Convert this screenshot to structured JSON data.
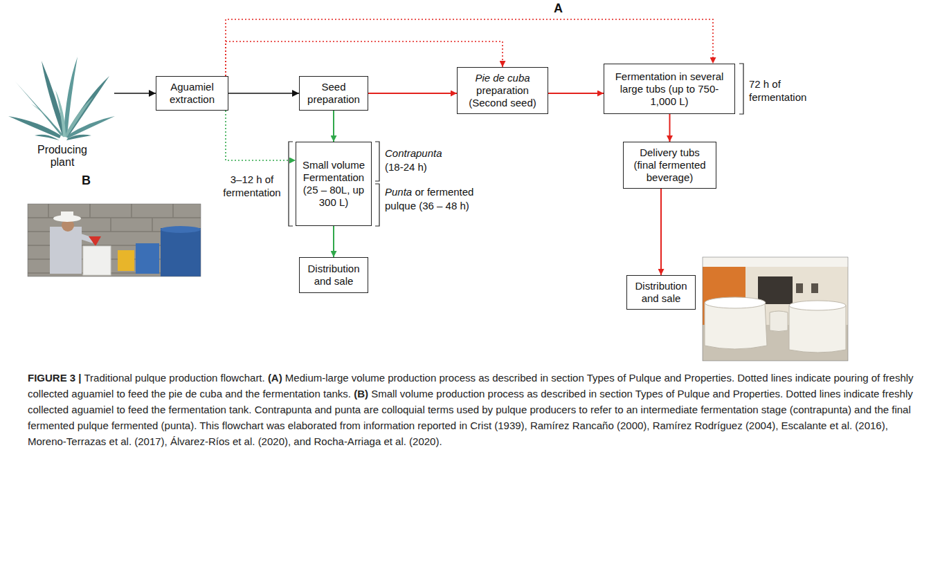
{
  "diagram": {
    "caption": "FIGURE 3 | Traditional pulque production flowchart. (A) Medium-large volume production process as described in section Types of Pulque and Properties. Dotted lines indicate pouring of freshly collected aguamiel to feed the pie de cuba and the fermentation tanks. (B) Small volume production process as described in section Types of Pulque and Properties. Dotted lines indicate freshly collected aguamiel to feed the fermentation tank. Contrapunta and punta are colloquial terms used by pulque producers to refer to an intermediate fermentation stage (contrapunta) and the final fermented pulque fermented (punta). This flowchart was elaborated from information reported in Crist (1939), Ramírez Rancaño (2000), Ramírez Rodríguez (2004), Escalante et al. (2016), Moreno-Terrazas et al. (2017), Álvarez-Ríos et al. (2020), and Rocha-Arriaga et al. (2020).",
    "nodes": [
      {
        "text": [
          "Producing plant"
        ]
      },
      {
        "text": [
          "Aguamiel extraction"
        ]
      },
      {
        "text": [
          "Seed preparation"
        ]
      },
      {
        "text": [
          "Pie de cuba",
          "preparation (Second seed)"
        ]
      },
      {
        "text": [
          "Fermentation in several large tubs (up to 750-1,000 L)"
        ]
      },
      {
        "text": [
          "Small volume Fermentation (25 – 80L, up 300 L)"
        ]
      },
      {
        "text": [
          "Delivery tubs (final fermented beverage)"
        ]
      },
      {
        "text": [
          "Distribution and sale"
        ]
      },
      {
        "text": [
          "Distribution and sale"
        ]
      }
    ],
    "edges": [
      {
        "from": 0,
        "to": 1,
        "arrow": "to"
      },
      {
        "from": 1,
        "to": 2,
        "arrow": "to"
      },
      {
        "from": 2,
        "to": 3,
        "arrow": "to"
      },
      {
        "from": 3,
        "to": 4,
        "arrow": "to"
      },
      {
        "from": 1,
        "to": 3,
        "arrow": "to"
      },
      {
        "from": 1,
        "to": 4,
        "arrow": "to"
      },
      {
        "from": 2,
        "to": 5,
        "arrow": "to"
      },
      {
        "from": 1,
        "to": 5,
        "arrow": "to"
      },
      {
        "from": 5,
        "to": 7,
        "arrow": "to"
      },
      {
        "from": 4,
        "to": 6,
        "arrow": "to"
      },
      {
        "from": 6,
        "to": 8,
        "arrow": "to"
      }
    ],
    "labels": [
      "A",
      "B",
      "3–12 h of fermentation",
      "Contrapunta",
      "(18-24 h)",
      "Punta",
      "or fermented pulque (36 – 48 h)",
      "72 h of fermentation"
    ]
  }
}
